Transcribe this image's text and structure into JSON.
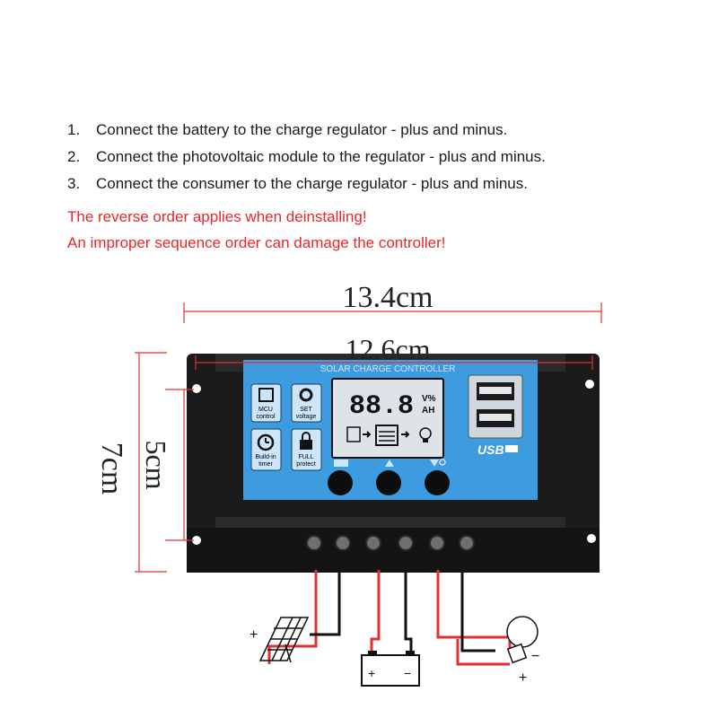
{
  "steps": [
    {
      "num": "1.",
      "text": "Connect the battery to the charge regulator - plus and minus."
    },
    {
      "num": "2.",
      "text": "Connect the photovoltaic module to the regulator - plus and minus."
    },
    {
      "num": "3.",
      "text": "Connect the consumer to the charge regulator - plus and minus."
    }
  ],
  "warnings": [
    "The reverse order applies when deinstalling!",
    "An improper sequence order can damage the controller!"
  ],
  "dimensions": {
    "overall_width": "13.4cm",
    "hole_width": "12.6cm",
    "overall_height": "7cm",
    "hole_height": "5cm"
  },
  "device": {
    "panel_title": "SOLAR CHARGE CONTROLLER",
    "lcd_digits": "88.8",
    "lcd_unit_top": "V%",
    "lcd_unit_bottom": "AH",
    "usb_label": "USB",
    "btn_mcu": [
      "MCU",
      "control"
    ],
    "btn_set": [
      "SET",
      "voltage"
    ],
    "btn_timer": [
      "Build-in",
      "timer"
    ],
    "btn_protect": [
      "FULL",
      "protect"
    ]
  },
  "wiring": {
    "plus": "+",
    "minus": "−"
  },
  "colors": {
    "warning": "#e8262b",
    "panel_blue": "#3d9be0",
    "device_body": "#1b1b1b",
    "dimension_line": "#e03030"
  }
}
